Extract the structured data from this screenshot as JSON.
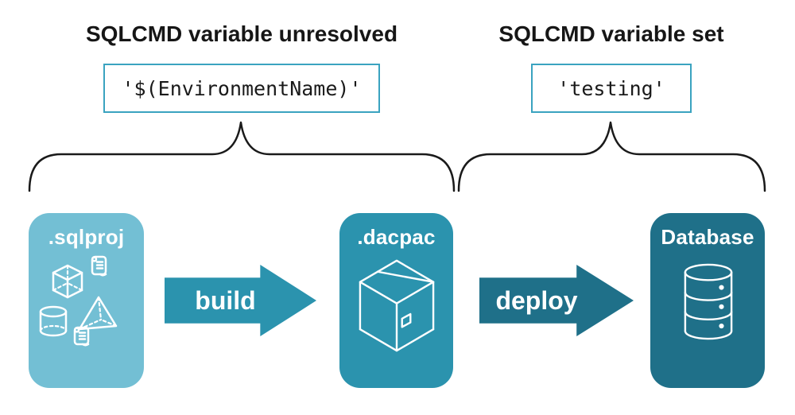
{
  "annotations": {
    "left": {
      "title": "SQLCMD variable unresolved",
      "code": "'$(EnvironmentName)'"
    },
    "right": {
      "title": "SQLCMD variable set",
      "code": "'testing'"
    }
  },
  "pipeline": {
    "nodes": [
      {
        "label": ".sqlproj",
        "color": "#73bfd4",
        "icon": "sql-objects-icon"
      },
      {
        "label": ".dacpac",
        "color": "#2b93ae",
        "icon": "package-box-icon"
      },
      {
        "label": "Database",
        "color": "#1f7089",
        "icon": "database-cylinder-icon"
      }
    ],
    "arrows": [
      {
        "label": "build",
        "color": "#2b93ae"
      },
      {
        "label": "deploy",
        "color": "#1f7089"
      }
    ]
  },
  "colors": {
    "background": "#ffffff",
    "code_box_border": "#3aa3c0",
    "title_text": "#161616",
    "code_text": "#1a1a1a",
    "brace_stroke": "#1a1a1a",
    "node_label_text": "#ffffff",
    "icon_stroke": "#ffffff"
  }
}
